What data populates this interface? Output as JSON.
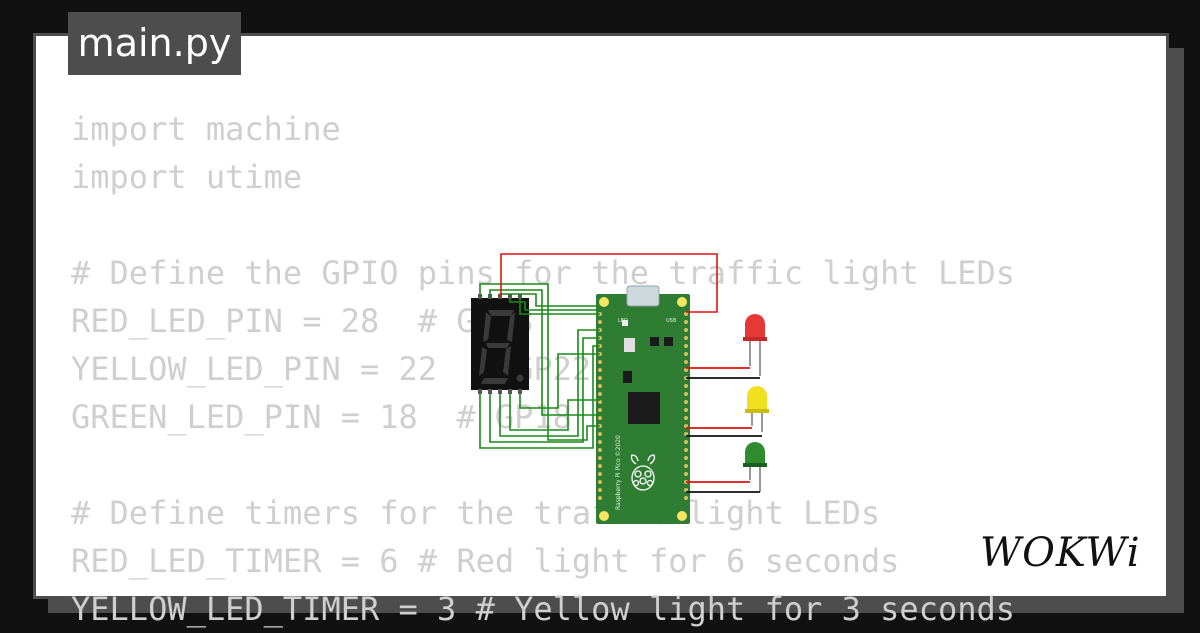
{
  "tab": {
    "filename": "main.py"
  },
  "code_lines": [
    "import machine",
    "import utime",
    "",
    "# Define the GPIO pins for the traffic light LEDs",
    "RED_LED_PIN = 28  # GP28",
    "YELLOW_LED_PIN = 22  # GP22",
    "GREEN_LED_PIN = 18  # GP18",
    "",
    "# Define timers for the traffic light LEDs",
    "RED_LED_TIMER = 6 # Red light for 6 seconds",
    "YELLOW_LED_TIMER = 3 # Yellow light for 3 seconds"
  ],
  "board": {
    "label": "Raspberry Pi Pico ©2020",
    "usb_label": "USB",
    "led_label": "LED"
  },
  "logo": {
    "text": "WOKWi"
  },
  "colors": {
    "background": "#111111",
    "frame": "#4d4d4d",
    "code_text": "#cfcfcf",
    "pico_green": "#2e7d32",
    "wire_red": "#e01010",
    "wire_green": "#1a8a1a",
    "led_red": "#e53935",
    "led_yellow": "#f0e020",
    "led_green": "#2e8b2e"
  },
  "icons": [
    "raspberry-pi-logo-icon",
    "seven-segment-display",
    "red-led",
    "yellow-led",
    "green-led"
  ]
}
